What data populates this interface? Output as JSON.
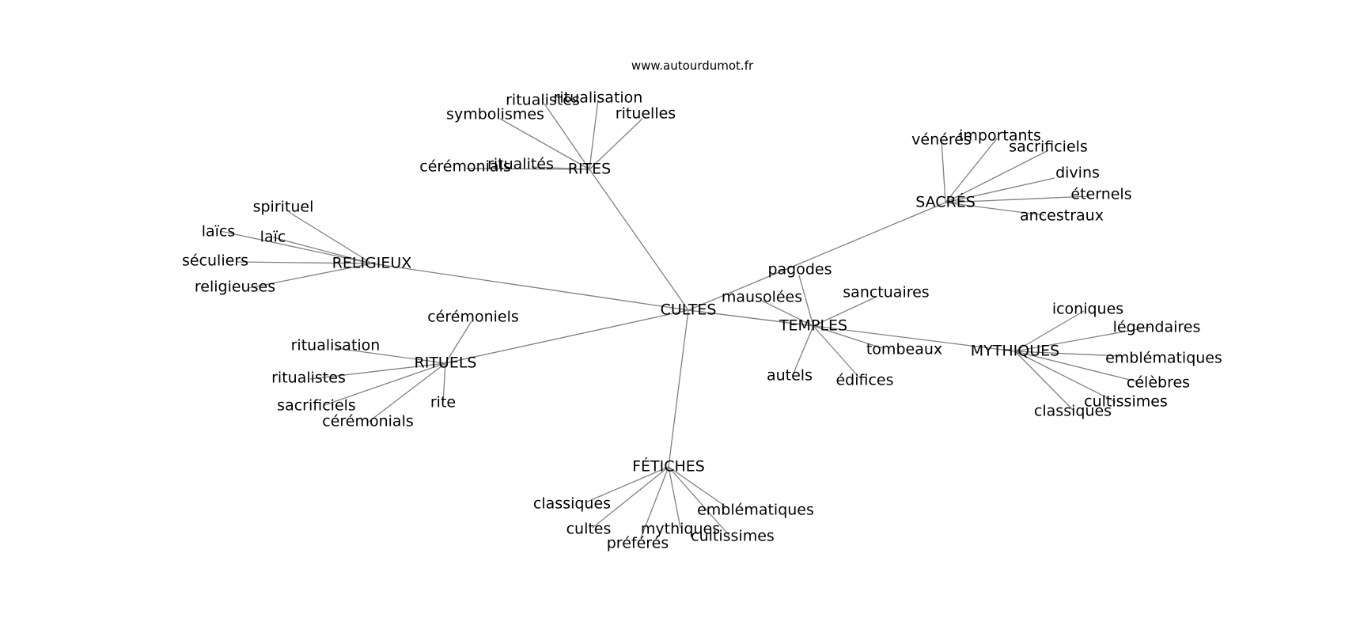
{
  "source": "www.autourdumot.fr",
  "center": "CULTES",
  "clusters": [
    {
      "id": "rites",
      "label": "RITES",
      "leaves": [
        "ritualisation",
        "ritualistes",
        "symbolismes",
        "rituelles",
        "ritualités",
        "cérémonials"
      ]
    },
    {
      "id": "sacres",
      "label": "SACRÉS",
      "leaves": [
        "vénérés",
        "importants",
        "sacrificiels",
        "divins",
        "éternels",
        "ancestraux"
      ]
    },
    {
      "id": "religieux",
      "label": "RELIGIEUX",
      "leaves": [
        "spirituel",
        "laïcs",
        "laïc",
        "séculiers",
        "religieuses"
      ]
    },
    {
      "id": "temples",
      "label": "TEMPLES",
      "leaves": [
        "pagodes",
        "mausolées",
        "sanctuaires",
        "tombeaux",
        "autels",
        "édifices"
      ]
    },
    {
      "id": "mythiques",
      "label": "MYTHIQUES",
      "leaves": [
        "iconiques",
        "légendaires",
        "emblématiques",
        "célèbres",
        "cultissimes",
        "classiques"
      ]
    },
    {
      "id": "rituels",
      "label": "RITUELS",
      "leaves": [
        "cérémoniels",
        "ritualisation",
        "ritualistes",
        "sacrificiels",
        "cérémonials",
        "rite"
      ]
    },
    {
      "id": "fetiches",
      "label": "FÉTICHES",
      "leaves": [
        "classiques",
        "cultes",
        "préférés",
        "mythiques",
        "emblématiques",
        "cultissimes"
      ]
    }
  ]
}
